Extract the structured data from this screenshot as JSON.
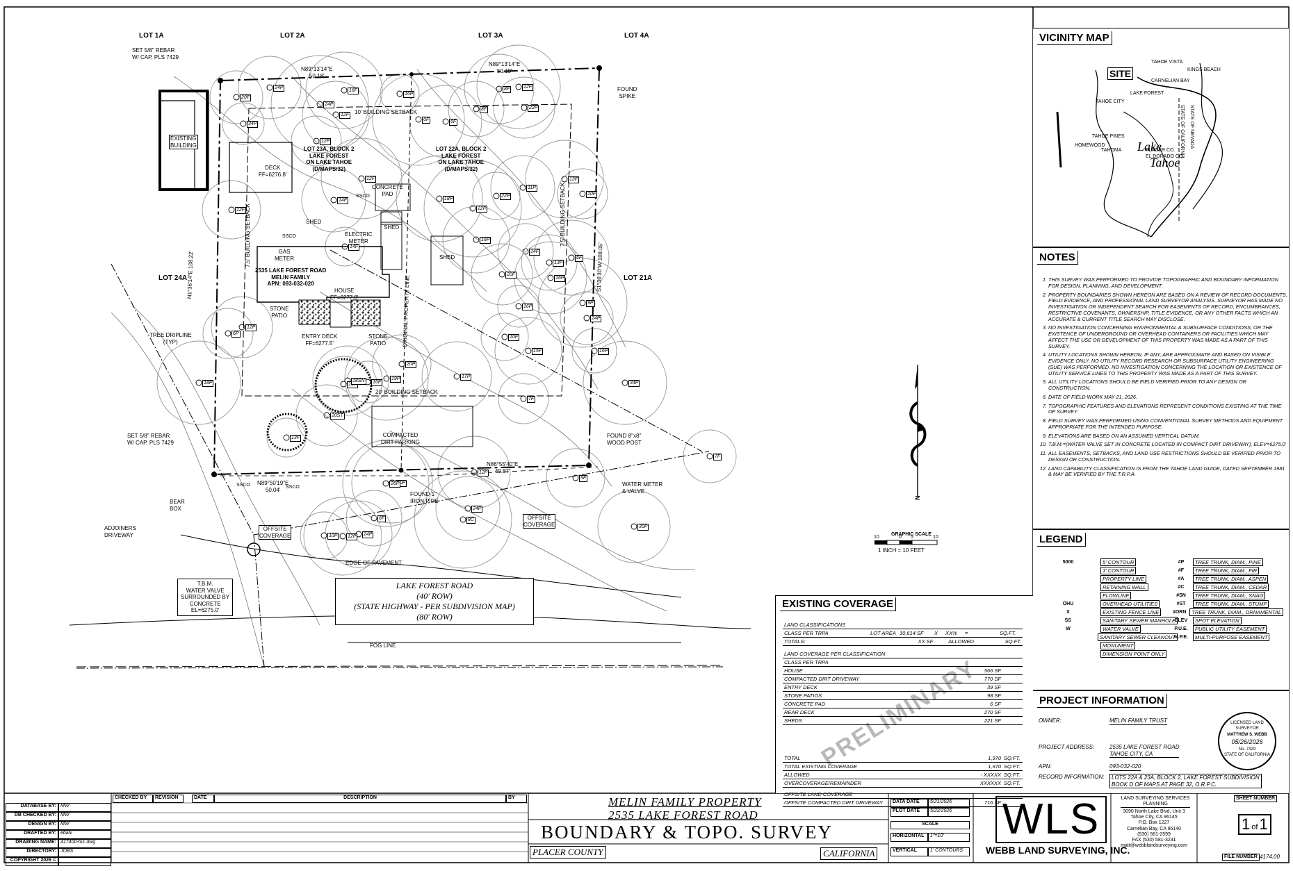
{
  "plan": {
    "lots_top": [
      "LOT 1A",
      "LOT 2A",
      "LOT 3A",
      "LOT 4A"
    ],
    "lot_left": "LOT 24A",
    "lot_right": "LOT 21A",
    "bearing_top_left": "N89°13'14\"E\n50.18'",
    "bearing_top_right": "N89°13'14\"E\n50.18'",
    "bearing_left": "N1°36'14\"E 108.22'",
    "bearing_right": "S1°36'30\"W 108.05'",
    "bearing_bottom_left": "N89°50'19\"E\n50.04'",
    "bearing_bottom_right": "N86°55'40\"E\n49.87'",
    "rebar_top": "SET 5/8\" REBAR\nW/ CAP, PLS 7429",
    "rebar_bottom": "SET 5/8\" REBAR\nW/ CAP, PLS 7429",
    "found_spike": "FOUND\nSPIKE",
    "found_post": "FOUND 8\"x8\"\nWOOD POST",
    "found_pipe": "FOUND 1\"\nIRON PIPE",
    "lot23": "LOT 23A, BLOCK 2\nLAKE FOREST\nON LAKE TAHOE\n(D/MAPS/32)",
    "lot22": "LOT 22A, BLOCK 2\nLAKE FOREST\nON LAKE TAHOE\n(D/MAPS/32)",
    "house_label": "2535 LAKE FOREST ROAD\nMELIN FAMILY\nAPN: 093-032-020",
    "house_ff": "HOUSE\nFF=6277.8'",
    "deck": "DECK\nFF=6276.8'",
    "entry_deck": "ENTRY DECK\nFF=6277.5'",
    "stone_patio_1": "STONE\nPATIO",
    "stone_patio_2": "STONE\nPATIO",
    "shed_1": "SHED",
    "shed_2": "SHED",
    "shed_3": "SHED",
    "concrete_pad": "CONCRETE\nPAD",
    "gas_meter": "GAS\nMETER",
    "electric_meter": "ELECTRIC\nMETER",
    "existing_building": "EXISTING\nBUILDING",
    "setback_10": "10' BUILDING SETBACK",
    "setback_20": "20' BUILDING SETBACK",
    "setback_75_left": "7.5' BUILDING SETBACK",
    "setback_75_right": "7.5' BUILDING SETBACK",
    "orig_prop_line": "ORIGINAL PROPERTY LINE",
    "tree_dripline": "TREE DRIPLINE\n(TYP)",
    "compacted": "COMPACTED\nDIRT PARKING",
    "water_meter": "WATER METER\n& VALVE",
    "bear_box": "BEAR\nBOX",
    "adjoiners": "ADJOINERS\nDRIVEWAY",
    "offsite_cov_1": "OFFSITE\nCOVERAGE",
    "offsite_cov_2": "OFFSITE\nCOVERAGE",
    "tbm": "T.B.M.\nWATER VALVE\nSURROUNDED BY\nCONCRETE\nEL=6275.0'",
    "edge_pavement": "EDGE OF PAVEMENT",
    "road": "LAKE FOREST ROAD\n(40' ROW)\n(STATE HIGHWAY - PER SUBDIVISION MAP)\n(80' ROW)",
    "fog_line": "FOG LINE",
    "sscos": [
      "SSCO",
      "SSCO",
      "SSCO",
      "SSCO"
    ],
    "tree_tags": [
      "24P",
      "20F",
      "34P",
      "24P",
      "16F",
      "16P",
      "8F",
      "8F",
      "12F",
      "12F",
      "12P",
      "12F",
      "12F",
      "6F",
      "6F",
      "22P",
      "22P",
      "22P",
      "18P",
      "16P",
      "14F",
      "13F",
      "10F",
      "11P",
      "16P",
      "16P",
      "20F",
      "24P",
      "19P",
      "20P",
      "17P",
      "10F",
      "15F",
      "9P",
      "13P",
      "16P",
      "14F",
      "14F",
      "6F",
      "6P",
      "12P",
      "18P",
      "16F",
      "10P",
      "13F",
      "7F",
      "12P",
      "10P",
      "26P",
      "6F",
      "24P",
      "8C",
      "24P",
      "10P",
      "12P",
      "18SN",
      "20ST",
      "34P",
      "7F",
      "30P",
      "9F"
    ]
  },
  "scale": {
    "title": "GRAPHIC SCALE",
    "ticks": [
      "10",
      "0",
      "5",
      "10"
    ],
    "caption": "1 INCH = 10 FEET",
    "north": "N"
  },
  "vicinity": {
    "title": "VICINITY MAP",
    "site": "SITE",
    "lake": "Lake",
    "lake2": "Tahoe",
    "places": [
      "TAHOE VISTA",
      "KINGS BEACH",
      "CARNELIAN BAY",
      "LAKE FOREST",
      "TAHOE CITY",
      "TAHOE PINES",
      "HOMEWOOD",
      "TAHOMA",
      "STATE OF CALIFORNIA",
      "STATE OF NEVADA",
      "PLACER CO.",
      "EL DORADO CO."
    ]
  },
  "notes": {
    "title": "NOTES",
    "items": [
      "THIS SURVEY WAS PERFORMED TO PROVIDE TOPOGRAPHIC AND BOUNDARY INFORMATION FOR DESIGN, PLANNING, AND DEVELOPMENT.",
      "PROPERTY BOUNDARIES SHOWN HEREON ARE BASED ON A REVIEW OF RECORD DOCUMENTS, FIELD EVIDENCE, AND PROFESSIONAL LAND SURVEYOR ANALYSIS. SURVEYOR HAS MADE NO INVESTIGATION OR INDEPENDENT SEARCH FOR EASEMENTS OF RECORD, ENCUMBRANCES, RESTRICTIVE COVENANTS, OWNERSHIP, TITLE EVIDENCE, OR ANY OTHER FACTS WHICH AN ACCURATE & CURRENT TITLE SEARCH MAY DISCLOSE.",
      "NO INVESTIGATION CONCERNING ENVIRONMENTAL & SUBSURFACE CONDITIONS, OR THE EXISTENCE OF UNDERGROUND OR OVERHEAD CONTAINERS OR FACILITIES WHICH MAY AFFECT THE USE OR DEVELOPMENT OF THIS PROPERTY WAS MADE AS A PART OF THIS SURVEY.",
      "UTILITY LOCATIONS SHOWN HEREON, IF ANY, ARE APPROXIMATE AND BASED ON VISIBLE EVIDENCE ONLY. NO UTILITY RECORD RESEARCH OR SUBSURFACE UTILITY ENGINEERING (SUE) WAS PERFORMED. NO INVESTIGATION CONCERNING THE LOCATION OR EXISTENCE OF UTILITY SERVICE LINES TO THIS PROPERTY WAS MADE AS A PART OF THIS SURVEY.",
      "ALL UTILITY LOCATIONS SHOULD BE FIELD VERIFIED PRIOR TO ANY DESIGN OR CONSTRUCTION.",
      "DATE OF FIELD WORK MAY 21, 2026.",
      "TOPOGRAPHIC FEATURES AND ELEVATIONS REPRESENT CONDITIONS EXISTING AT THE TIME OF SURVEY.",
      "FIELD SURVEY WAS PERFORMED USING CONVENTIONAL SURVEY METHODS AND EQUIPMENT APPROPRIATE FOR THE INTENDED PURPOSE.",
      "ELEVATIONS ARE BASED ON AN ASSUMED VERTICAL DATUM.",
      "T.B.M.=(WATER VALVE SET IN CONCRETE LOCATED IN COMPACT DIRT DRIVEWAY), ELEV=6275.0'",
      "ALL EASEMENTS, SETBACKS, AND LAND USE RESTRICTIONS SHOULD BE VERIFIED PRIOR TO DESIGN OR CONSTRUCTION.",
      "LAND CAPABILITY CLASSIFICATION IS FROM THE TAHOE LAND GUIDE, DATED SEPTEMBER 1981 & MAY BE VERIFIED BY THE T.R.P.A."
    ]
  },
  "legend": {
    "title": "LEGEND",
    "left": [
      {
        "sym": "5000",
        "text": "5' CONTOUR"
      },
      {
        "sym": "",
        "text": "1' CONTOUR"
      },
      {
        "sym": "",
        "text": "PROPERTY LINE"
      },
      {
        "sym": "",
        "text": "RETAINING WALL"
      },
      {
        "sym": "",
        "text": "FLOWLINE"
      },
      {
        "sym": "OHU",
        "text": "OVERHEAD UTILITIES"
      },
      {
        "sym": "X",
        "text": "EXISTING FENCE LINE"
      },
      {
        "sym": "SS",
        "text": "SANITARY SEWER MANHOLE"
      },
      {
        "sym": "W",
        "text": "WATER VALVE"
      },
      {
        "sym": "",
        "text": "SANITARY SEWER CLEANOUT"
      },
      {
        "sym": "",
        "text": "MONUMENT"
      },
      {
        "sym": "",
        "text": "DIMENSION POINT ONLY"
      }
    ],
    "right": [
      {
        "sym": "#P",
        "text": "TREE TRUNK, DIAM., PINE"
      },
      {
        "sym": "#F",
        "text": "TREE TRUNK, DIAM., FIR"
      },
      {
        "sym": "#A",
        "text": "TREE TRUNK, DIAM., ASPEN"
      },
      {
        "sym": "#C",
        "text": "TREE TRUNK, DIAM., CEDAR"
      },
      {
        "sym": "#SN",
        "text": "TREE TRUNK, DIAM., SNAG"
      },
      {
        "sym": "#ST",
        "text": "TREE TRUNK, DIAM., STUMP"
      },
      {
        "sym": "#ORN",
        "text": "TREE TRUNK, DIAM., ORNAMENTAL"
      },
      {
        "sym": "ELEV",
        "text": "SPOT ELEVATION"
      },
      {
        "sym": "P.U.E.",
        "text": "PUBLIC UTILITY EASEMENT"
      },
      {
        "sym": "M.P.E.",
        "text": "MULTI-PURPOSE EASEMENT"
      }
    ]
  },
  "project": {
    "title": "PROJECT INFORMATION",
    "owner_label": "OWNER:",
    "owner": "MELIN FAMILY TRUST",
    "address_label": "PROJECT ADDRESS:",
    "address": "2535 LAKE FOREST ROAD\nTAHOE CITY, CA",
    "apn_label": "APN:",
    "apn": "093-032-020",
    "record_label": "RECORD INFORMATION:",
    "record": "LOTS 22A & 23A, BLOCK 2, LAKE FOREST SUBDIVISION\nBOOK D OF MAPS AT PAGE 32, O.R.P.C.",
    "seal": [
      "LICENSED LAND SURVEYOR",
      "MATTHEW S. WEBB",
      "05/26/2026",
      "No. 7429",
      "STATE OF CALIFORNIA"
    ]
  },
  "coverage": {
    "title": "EXISTING COVERAGE",
    "land_class_title": "LAND CLASSIFICATIONS",
    "class_row": [
      "CLASS PER TRPA",
      "LOT AREA",
      "10,614 SF",
      "X",
      "XX%",
      "=",
      "",
      "SQ.FT."
    ],
    "totals_row": [
      "TOTALS:",
      "XX SF",
      "ALLOWED",
      "",
      "SQ.FT."
    ],
    "per_class_title": "LAND COVERAGE PER CLASSIFICATION",
    "class_label": "CLASS PER TRPA",
    "items": [
      {
        "name": "HOUSE",
        "val": "566 SF"
      },
      {
        "name": "COMPACTED DIRT DRIVEWAY",
        "val": "770 SF"
      },
      {
        "name": "ENTRY DECK",
        "val": "39 SF"
      },
      {
        "name": "STONE PATIOS",
        "val": "98 SF"
      },
      {
        "name": "CONCRETE PAD",
        "val": "6 SF"
      },
      {
        "name": "REAR DECK",
        "val": "270 SF"
      },
      {
        "name": "SHEDS",
        "val": "221 SF"
      }
    ],
    "total": [
      "TOTAL",
      "1,970",
      "SQ.FT."
    ],
    "total_existing": [
      "TOTAL EXISTING COVERAGE",
      "1,970",
      "SQ.FT."
    ],
    "allowed": [
      "ALLOWED",
      "- XXXXX",
      "SQ.FT."
    ],
    "over": [
      "OVERCOVERAGE/REMAINDER",
      "XXXXXX",
      "SQ.FT."
    ],
    "offsite_title": "OFFSITE LAND COVERAGE",
    "offsite": [
      "OFFSITE COMPACTED DIRT DRIVEWAY",
      "716 SF"
    ],
    "watermark": "PRELIMINARY"
  },
  "titleblock": {
    "left_labels": [
      "DATABASE BY:",
      "DB CHECKED BY:",
      "DESIGN BY:",
      "DRAFTED BY:",
      "DRAWING NAME:",
      "DIRECTORY:",
      "COPYRIGHT 2026 ©"
    ],
    "left_values": [
      "MW",
      "MW",
      "MW",
      "ebalv",
      "417400-to1.dwg",
      "JOBS",
      ""
    ],
    "rev_headers": [
      "CHECKED BY",
      "REVISION",
      "DATE",
      "DESCRIPTION",
      "BY"
    ],
    "project_title_1": "MELIN FAMILY PROPERTY",
    "project_title_2": "2535 LAKE FOREST ROAD",
    "survey_title": "BOUNDARY & TOPO. SURVEY",
    "county": "PLACER COUNTY",
    "state": "CALIFORNIA",
    "data_date_label": "DATA DATE",
    "data_date": "5/21/2026",
    "plot_date_label": "PLOT DATE",
    "plot_date": "5/22/2026",
    "scale_label": "SCALE",
    "horizontal_label": "HORIZONTAL",
    "horizontal": "1\"=10'",
    "vertical_label": "VERTICAL",
    "vertical": "1' CONTOURS",
    "logo": "WLS",
    "company": "WEBB LAND SURVEYING, INC.",
    "services": "LAND SURVEYING SERVICES\nPLANNING",
    "address": "3090 North Lake Blvd, Unit 3\nTahoe City, CA 96145\nP.O. Box 1227\nCarnelian Bay, CA 96140\n(530) 581-2599\nFAX (530) 581-3231\nmatt@webblandsurveying.com",
    "sheet_label": "SHEET NUMBER",
    "sheet": "1",
    "of": "of",
    "total_sheets": "1",
    "file_label": "FILE NUMBER",
    "file": "4174.00"
  }
}
